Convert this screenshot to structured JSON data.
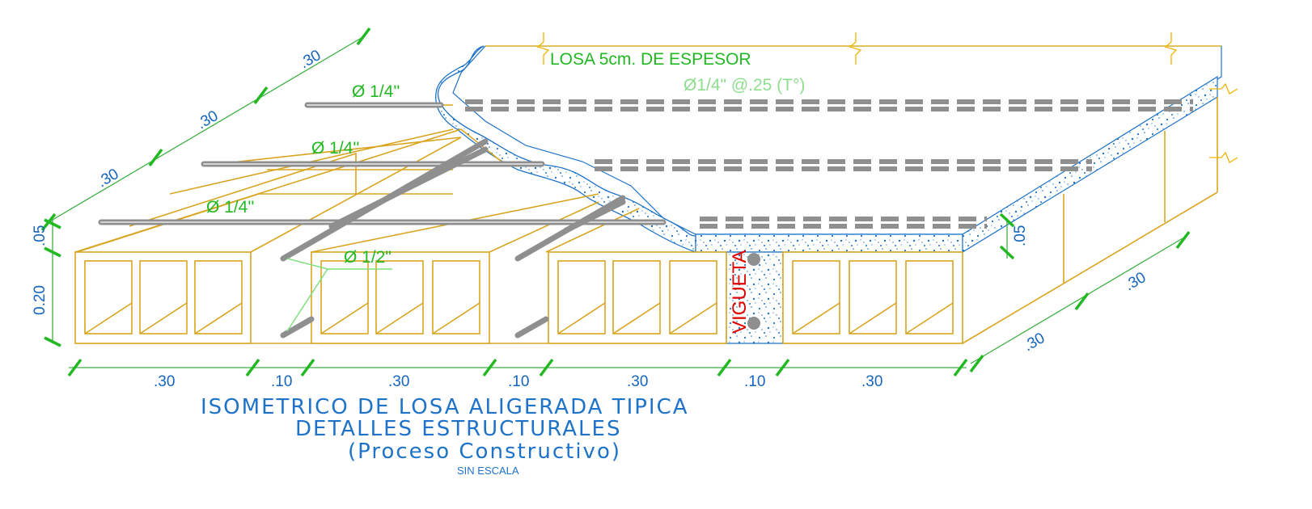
{
  "labels": {
    "losa": "LOSA 5cm. DE ESPESOR",
    "temp_steel": "Ø1/4\" @.25 (T°)",
    "bar_1": "Ø  1/4''",
    "bar_2": "Ø  1/4''",
    "bar_3": "Ø  1/4''",
    "bar_main": "Ø 1/2\"",
    "vigueta": "VIGUETA"
  },
  "dimensions": {
    "top_1": ".30",
    "top_2": ".30",
    "top_3": ".30",
    "left_05": ".05",
    "left_020": "0.20",
    "right_05": ".05",
    "right_1": ".30",
    "right_2": ".30",
    "bottom": [
      ".30",
      ".10",
      ".30",
      ".10",
      ".30",
      ".10",
      ".30"
    ]
  },
  "title": {
    "line1": "ISOMETRICO DE LOSA ALIGERADA TIPICA",
    "line2": "DETALLES ESTRUCTURALES",
    "line3": "(Proceso Constructivo)",
    "scale": "SIN ESCALA"
  },
  "colors": {
    "brick": "#d9a520",
    "dimension_line": "#22b822",
    "concrete_outline": "#1e73c8",
    "rebar": "#8f8f8f",
    "vigueta_text": "#e00000",
    "title_text": "#1e73c8"
  }
}
